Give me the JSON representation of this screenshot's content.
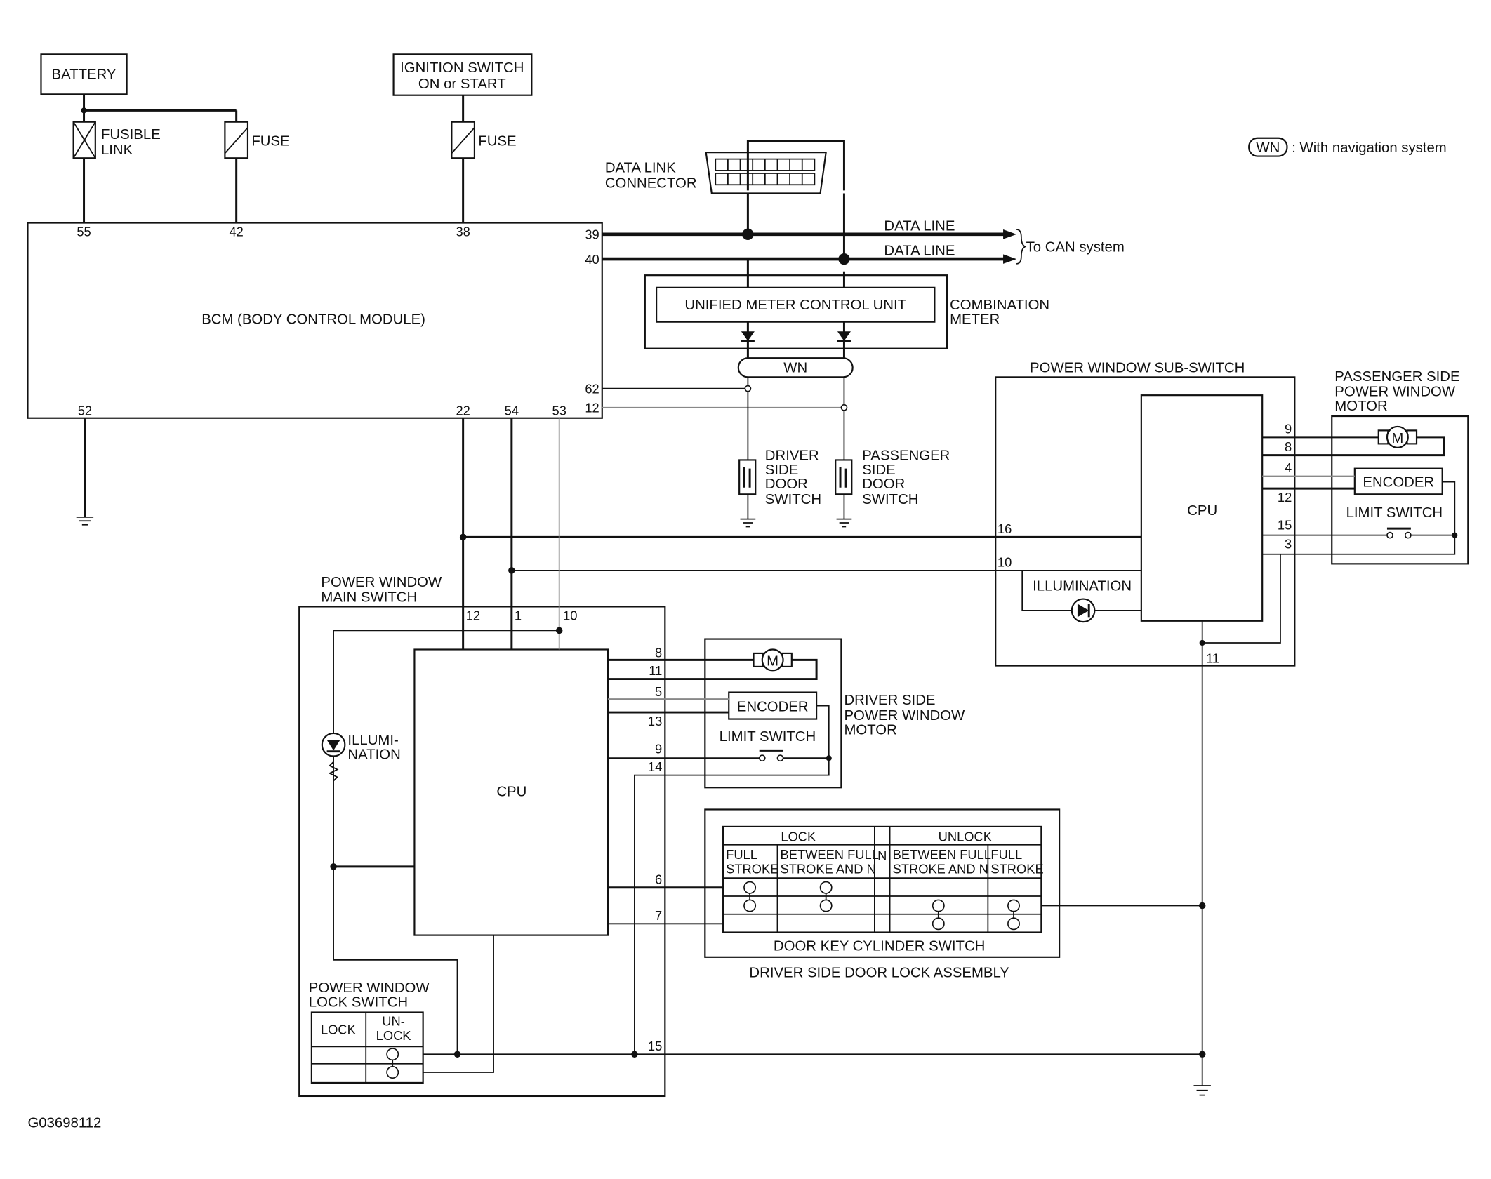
{
  "diagram": {
    "battery": "BATTERY",
    "ignition_line1": "IGNITION SWITCH",
    "ignition_line2": "ON or START",
    "fusible_line1": "FUSIBLE",
    "fusible_line2": "LINK",
    "fuse": "FUSE",
    "data_link_line1": "DATA LINK",
    "data_link_line2": "CONNECTOR",
    "legend_wn": "WN",
    "legend_text": ": With navigation system",
    "bcm": "BCM (BODY CONTROL MODULE)",
    "data_line": "DATA LINE",
    "to_can": "To CAN system",
    "unified_meter": "UNIFIED METER CONTROL UNIT",
    "combination_line1": "COMBINATION",
    "combination_line2": "METER",
    "wn": "WN",
    "driver_door_switch": [
      "DRIVER",
      "SIDE",
      "DOOR",
      "SWITCH"
    ],
    "passenger_door_switch": [
      "PASSENGER",
      "SIDE",
      "DOOR",
      "SWITCH"
    ],
    "sub_switch": "POWER WINDOW SUB-SWITCH",
    "passenger_motor": [
      "PASSENGER SIDE",
      "POWER WINDOW",
      "MOTOR"
    ],
    "encoder": "ENCODER",
    "limit_switch": "LIMIT SWITCH",
    "cpu": "CPU",
    "illumination": "ILLUMINATION",
    "illumi_line1": "ILLUMI-",
    "illumi_line2": "NATION",
    "main_switch_line1": "POWER WINDOW",
    "main_switch_line2": "MAIN SWITCH",
    "driver_motor": [
      "DRIVER SIDE",
      "POWER WINDOW",
      "MOTOR"
    ],
    "lock": "LOCK",
    "unlock": "UNLOCK",
    "n": "N",
    "full_line1": "FULL",
    "full_line2": "STROKE",
    "between_line1": "BETWEEN FULL",
    "between_line2": "STROKE AND N",
    "door_key_cylinder": "DOOR KEY CYLINDER SWITCH",
    "door_lock_assembly": "DRIVER SIDE DOOR LOCK ASSEMBLY",
    "lock_switch_line1": "POWER WINDOW",
    "lock_switch_line2": "LOCK SWITCH",
    "lock_col": "LOCK",
    "unlock_col_line1": "UN-",
    "unlock_col_line2": "LOCK",
    "figure_code": "G03698112"
  },
  "terminals": {
    "t55": "55",
    "t42": "42",
    "t38": "38",
    "t39": "39",
    "t40": "40",
    "t62": "62",
    "t12b": "12",
    "t52": "52",
    "t22": "22",
    "t54": "54",
    "t53": "53",
    "s9": "9",
    "s8": "8",
    "s4": "4",
    "s12": "12",
    "s15": "15",
    "s3": "3",
    "s16": "16",
    "s10": "10",
    "s11": "11",
    "m12": "12",
    "m1": "1",
    "m10": "10",
    "m8": "8",
    "m11": "11",
    "m5": "5",
    "m13": "13",
    "m9": "9",
    "m14": "14",
    "m6": "6",
    "m7": "7",
    "m15": "15"
  },
  "colors": {
    "line": "#111111",
    "thin_line": "#888888",
    "background": "#ffffff"
  }
}
